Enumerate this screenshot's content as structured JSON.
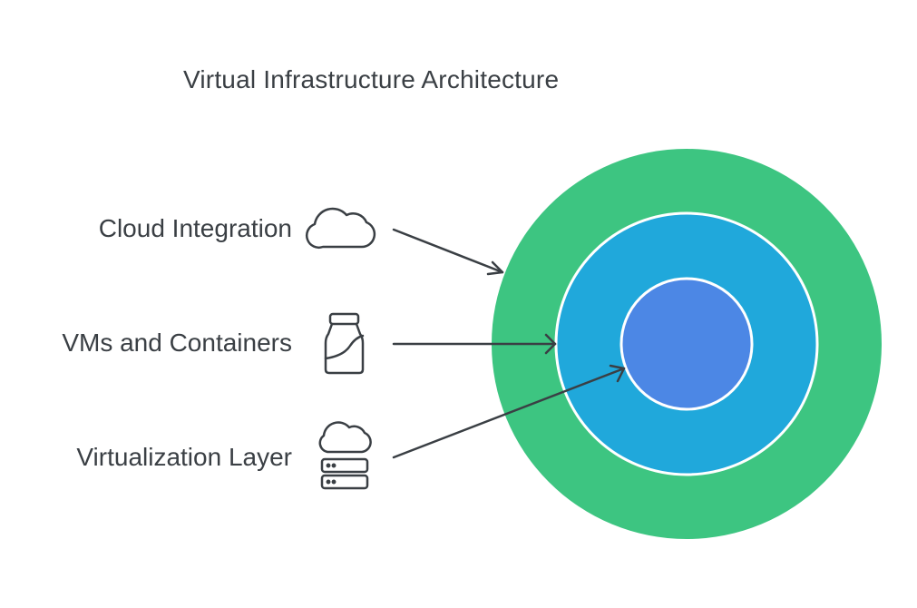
{
  "title": "Virtual Infrastructure Architecture",
  "layers": [
    {
      "label": "Cloud Integration",
      "icon": "cloud-icon",
      "color": "#3dc581"
    },
    {
      "label": "VMs and Containers",
      "icon": "jar-icon",
      "color": "#20a8db"
    },
    {
      "label": "Virtualization Layer",
      "icon": "cloud-server-icon",
      "color": "#4c87e5"
    }
  ],
  "colors": {
    "text": "#3a3f44",
    "stroke": "#3a3f44",
    "ring_border": "#ffffff"
  }
}
